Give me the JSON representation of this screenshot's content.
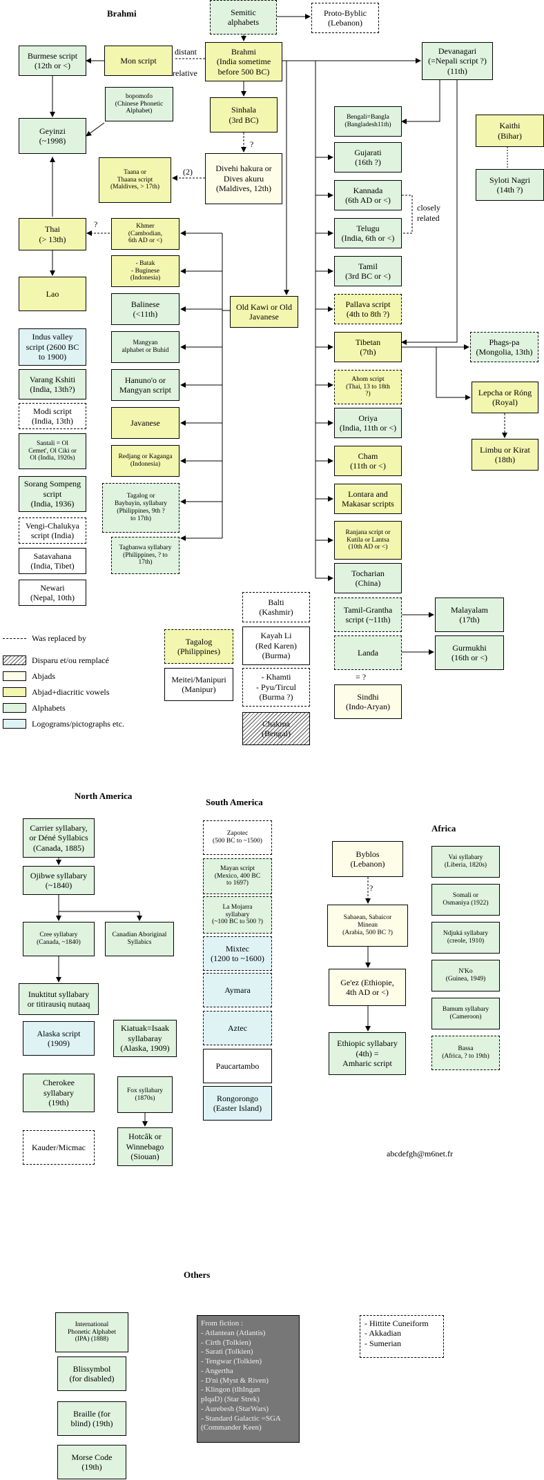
{
  "sections": {
    "brahmi": "Brahmi",
    "north_america": "North America",
    "south_america": "South America",
    "africa": "Africa",
    "others": "Others"
  },
  "edge_labels": {
    "distant": "distant",
    "relative": "relative",
    "question": "?",
    "two": "(2)",
    "closely_related": "closely\nrelated",
    "equals_q": "= ?"
  },
  "legend": {
    "replaced": "Was replaced by",
    "extinct": "Disparu et/ou remplacé",
    "abjads": "Abjads",
    "abjad_diac": "Abjad+diacritic vowels",
    "alphabets": "Alphabets",
    "logograms": "Logograms/pictographs etc."
  },
  "email": "abcdefgh@m6net.fr",
  "colors": {
    "abjad": "#fdfde8",
    "abjad_diacritic": "#f3f6ae",
    "alphabet": "#dff3df",
    "logogram": "#dff3f5",
    "fiction": "#777777"
  },
  "nodes": {
    "semitic": "Semitic\nalphabets",
    "protobyblic": "Proto-Byblic\n(Lebanon)",
    "burmese": "Burmese script\n(12th or <)",
    "mon": "Mon script",
    "brahmi": "Brahmi\n(India sometime\nbefore 500 BC)",
    "devanagari": "Devanagari\n(=Nepali script ?)\n(11th)",
    "bopomofo": "bopomofo\n(Chinese Phonetic\nAlphabet)",
    "sinhala": "Sinhala\n(3rd BC)",
    "geyinzi": "Geyinzi\n(~1998)",
    "bengali": "Bengali=Bangla\n(Bangladesh11th)",
    "kaithi": "Kaithi\n(Bihar)",
    "gujarati": "Gujarati\n(16th ?)",
    "syloti": "Syloti Nagri\n(14th ?)",
    "taana": "Taana or\nThaana script\n(Maldives, > 17th)",
    "divehi": "Divehi hakura or\nDives akuru\n(Maldives, 12th)",
    "kannada": "Kannada\n(6th AD or <)",
    "thai": "Thai\n(> 13th)",
    "khmer": "Khmer\n(Cambodian,\n6th AD or <)",
    "telugu": "Telugu\n(India, 6th or <)",
    "batak": "- Batak\n- Buginese\n(Indonesia)",
    "tamil": "Tamil\n(3rd BC or <)",
    "lao": "Lao",
    "balinese": "Balinese\n(<11th)",
    "oldkawi": "Old Kawi or Old\nJavanese",
    "pallava": "Pallava script\n(4th to 8th ?)",
    "indus": "Indus valley\nscript (2600 BC\nto 1900)",
    "mangyan": "Mangyan\nalphabet or Buhid",
    "tibetan": "Tibetan\n(7th)",
    "phagspa": "Phags-pa\n(Mongolia, 13th)",
    "varang": "Varang Kshiti\n(India, 13th?)",
    "hanunoo": "Hanuno'o or\nMangyan script",
    "ahom": "Ahom script\n(Thai, 13 to 18th\n?)",
    "lepcha": "Lepcha or Róng\n(Royal)",
    "modi": "Modi script\n(India, 13th)",
    "javanese": "Javanese",
    "oriya": "Oriya\n(India, 11th or <)",
    "santali": "Santali = Ol\nCemet', Ol Ciki or\nOl (India, 1920s)",
    "redjang": "Redjang or Kaganga\n(Indonesia)",
    "cham": "Cham\n(11th or <)",
    "limbu": "Limbu or Kirat\n(18th)",
    "sorang": "Sorang Sompeng\nscript\n(India, 1936)",
    "tagalog_bay": "Tagalog or\nBaybayin, syllabary\n(Philippines, 9th ?\nto 17th)",
    "lontara": "Lontara and\nMakasar scripts",
    "vengi": "Vengi-Chalukya\nscript (India)",
    "satavahana": "Satavahana\n(India, Tibet)",
    "tagbanwa": "Tagbanwa syllabary\n(Philippines, ? to\n17th)",
    "ranjana": "Ranjana script or\nKutila or Lantsa\n(10th AD or <)",
    "newari": "Newari\n(Nepal, 10th)",
    "tocharian": "Tocharian\n(China)",
    "balti": "Balti\n(Kashmir)",
    "tamilgrantha": "Tamil-Grantha\nscript (~11th)",
    "malayalam": "Malayalam\n(17th)",
    "kayahli": "Kayah Li\n(Red Karen)\n(Burma)",
    "tagalog_ph": "Tagalog\n(Philippines)",
    "landa": "Landa",
    "gurmukhi": "Gurmukhi\n(16th or <)",
    "meitei": "Meitei/Manipuri\n(Manipur)",
    "khamti": "- Khamti\n- Pyu/Tircul\n(Burma ?)",
    "sindhi": "Sindhi\n(Indo-Aryan)",
    "chakma": "Chakma\n(Bengal)",
    "carrier": "Carrier syllabary,\nor Déné Syllabics\n(Canada, 1885)",
    "ojibwe": "Ojibwe syllabary\n(~1840)",
    "cree": "Cree syllabary\n(Canada, ~1840)",
    "canadian": "Canadian Aboriginal\nSyllabics",
    "inuktitut": "Inuktitut syllabary\nor titirausiq nutaaq",
    "alaska": "Alaska script\n(1909)",
    "kiatuak": "Kiatuak=Isaak\nsyllabaray\n(Alaska, 1909)",
    "cherokee": "Cherokee\nsyllabary\n(19th)",
    "fox": "Fox syllabary\n(1870s)",
    "kauder": "Kauder/Micmac",
    "hotcak": "Hotcâk or\nWinnebago\n(Siouan)",
    "zapotec": "Zapotec\n(500 BC to ~1500)",
    "mayan": "Mayan script\n(Mexico, 400 BC\nto 1697)",
    "mojarra": "La Mojarra\nsyllabary\n(~100 BC to 500 ?)",
    "mixtec": "Mixtec\n(1200 to ~1600)",
    "aymara": "Aymara",
    "aztec": "Aztec",
    "paucartambo": "Paucartambo",
    "rongorongo": "Rongorongo\n(Easter Island)",
    "byblos": "Byblos\n(Lebanon)",
    "sabaean": "Sabaean, Sabaicor\nMinean\n(Arabia, 500 BC ?)",
    "geez": "Ge'ez (Ethiopie,\n4th AD or <)",
    "ethiopic": "Ethiopic syllabary\n(4th) =\nAmharic script",
    "vai": "Vai syllabary\n(Liberia, 1820s)",
    "somali": "Somali or\nOsmaniya (1922)",
    "ndjuka": "Ndjuká syllabary\n(creole, 1910)",
    "nko": "N'Ko\n(Guinea, 1949)",
    "bamum": "Bamum syllabary\n(Cameroon)",
    "bassa": "Bassa\n(Africa, ? to 19th)",
    "ipa": "International\nPhonetic Alphabet\n(IPA) (1888)",
    "blissymbol": "Blissymbol\n(for disabled)",
    "braille": "Braille (for\nblind) (19th)",
    "morse": "Morse Code\n(19th)",
    "fiction": "From fiction :\n- Atlantean (Atlantis)\n- Cirth (Tolkien)\n- Sarati (Tolkien)\n- Tengwar (Tolkien)\n-  Angertha\n- D'ni (Myst & Riven)\n- Klingon (tlhIngan\npIqaD) (Star Strek)\n- Aurebesh (StarWars)\n- Standard Galactic =SGA\n(Commander Keen)",
    "hittite": "- Hittite Cuneiform\n- Akkadian\n- Sumerian"
  }
}
